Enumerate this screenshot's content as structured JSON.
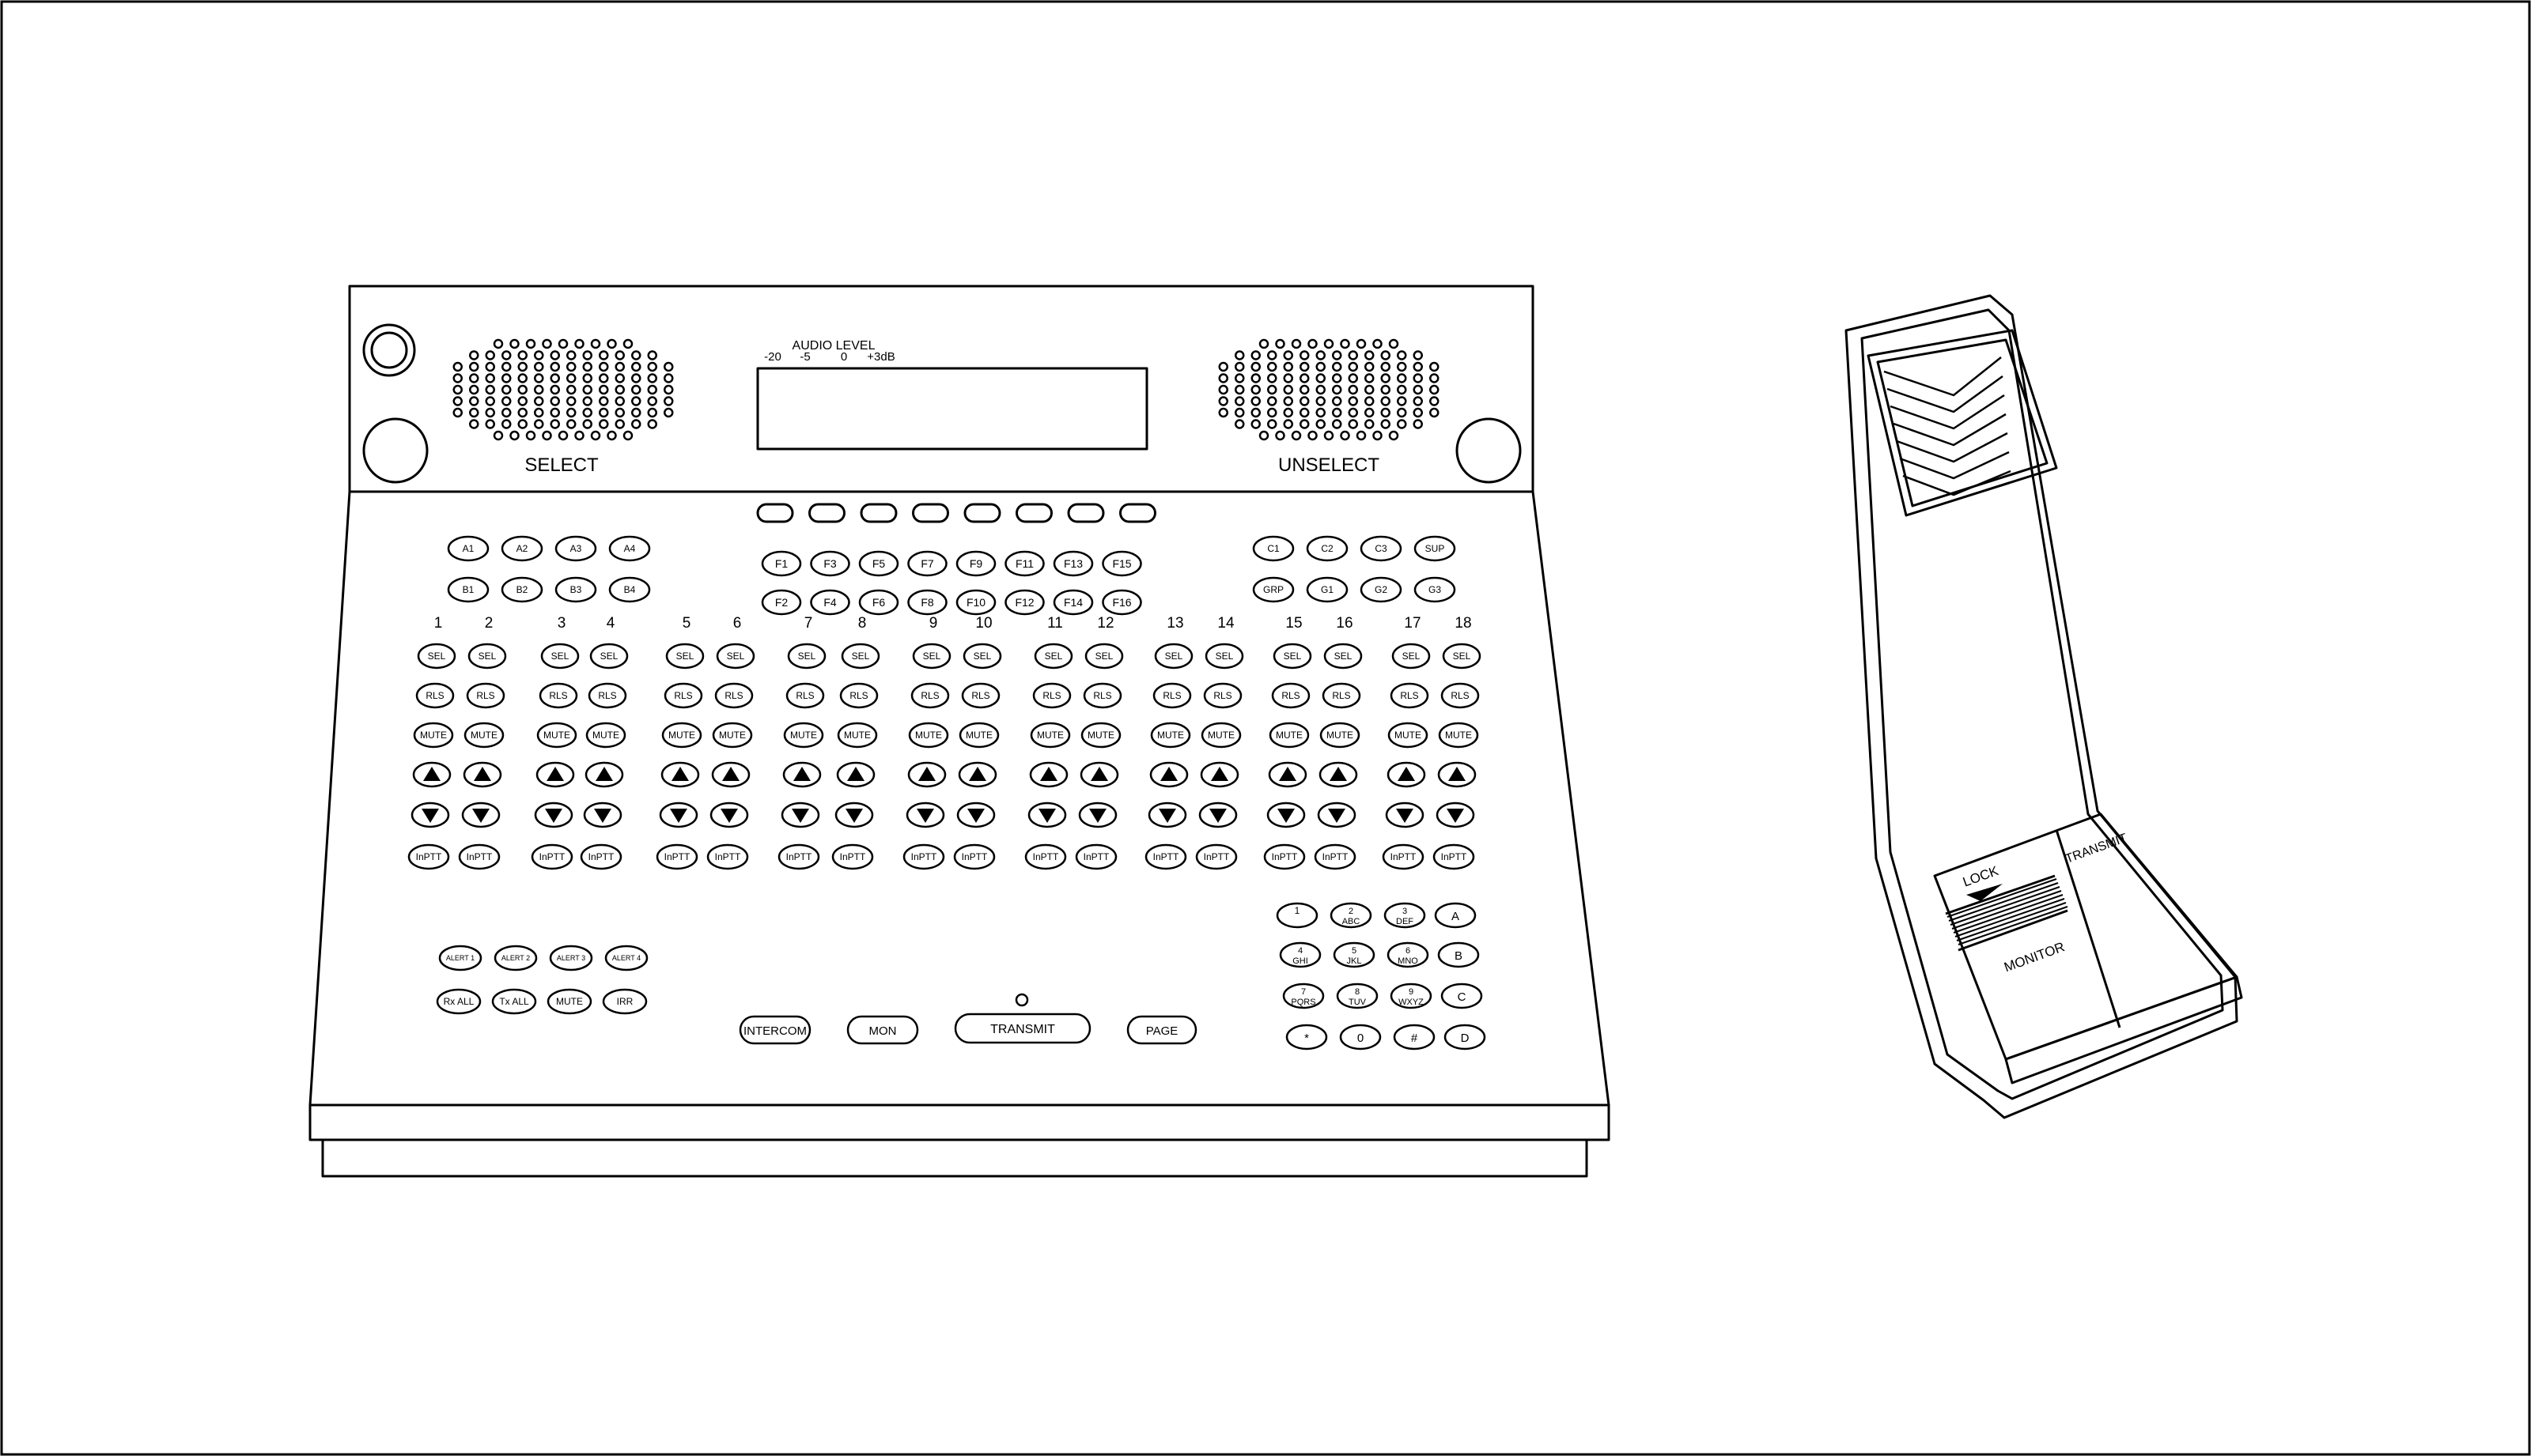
{
  "console": {
    "select_label": "SELECT",
    "unselect_label": "UNSELECT",
    "audio_level": {
      "title": "AUDIO LEVEL",
      "scale": [
        "-20",
        "-5",
        "0",
        "+3dB"
      ]
    },
    "f_keys_top": [
      "F1",
      "F3",
      "F5",
      "F7",
      "F9",
      "F11",
      "F13",
      "F15"
    ],
    "f_keys_bottom": [
      "F2",
      "F4",
      "F6",
      "F8",
      "F10",
      "F12",
      "F14",
      "F16"
    ],
    "ab_keys_top": [
      "A1",
      "A2",
      "A3",
      "A4"
    ],
    "ab_keys_bottom": [
      "B1",
      "B2",
      "B3",
      "B4"
    ],
    "c_keys_top": [
      "C1",
      "C2",
      "C3",
      "SUP"
    ],
    "c_keys_bottom": [
      "GRP",
      "G1",
      "G2",
      "G3"
    ],
    "channel_numbers": [
      "1",
      "2",
      "3",
      "4",
      "5",
      "6",
      "7",
      "8",
      "9",
      "10",
      "11",
      "12",
      "13",
      "14",
      "15",
      "16",
      "17",
      "18"
    ],
    "channel_buttons": {
      "sel": "SEL",
      "rls": "RLS",
      "mute": "MUTE",
      "inptt": "InPTT"
    },
    "alert_keys_top": [
      "ALERT 1",
      "ALERT 2",
      "ALERT 3",
      "ALERT 4"
    ],
    "alert_keys_bottom": [
      "Rx ALL",
      "Tx ALL",
      "MUTE",
      "IRR"
    ],
    "bottom_buttons": {
      "intercom": "INTERCOM",
      "mon": "MON",
      "transmit": "TRANSMIT",
      "page": "PAGE"
    },
    "keypad": [
      [
        {
          "num": "1",
          "sub": ""
        },
        {
          "num": "2",
          "sub": "ABC"
        },
        {
          "num": "3",
          "sub": "DEF"
        },
        {
          "num": "A",
          "sub": ""
        }
      ],
      [
        {
          "num": "4",
          "sub": "GHI"
        },
        {
          "num": "5",
          "sub": "JKL"
        },
        {
          "num": "6",
          "sub": "MNO"
        },
        {
          "num": "B",
          "sub": ""
        }
      ],
      [
        {
          "num": "7",
          "sub": "PQRS"
        },
        {
          "num": "8",
          "sub": "TUV"
        },
        {
          "num": "9",
          "sub": "WXYZ"
        },
        {
          "num": "C",
          "sub": ""
        }
      ],
      [
        {
          "num": "*",
          "sub": ""
        },
        {
          "num": "0",
          "sub": ""
        },
        {
          "num": "#",
          "sub": ""
        },
        {
          "num": "D",
          "sub": ""
        }
      ]
    ]
  },
  "handset": {
    "lock_label": "LOCK",
    "transmit_label": "TRANSMIT",
    "monitor_label": "MONITOR"
  }
}
